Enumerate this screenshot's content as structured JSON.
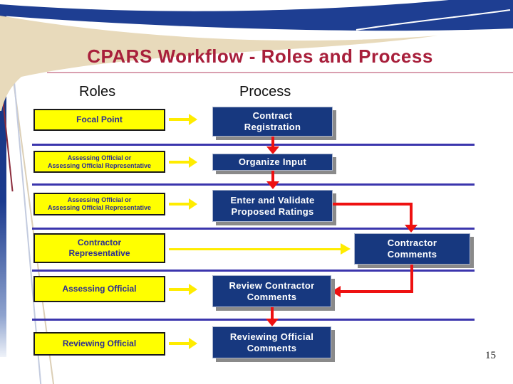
{
  "slide": {
    "title": "CPARS Workflow - Roles and Process",
    "column_headers": {
      "roles": "Roles",
      "process": "Process"
    },
    "page_number": "15"
  },
  "workflow": {
    "roles": [
      {
        "id": "focal-point",
        "lines": [
          "Focal Point"
        ]
      },
      {
        "id": "assessing-official-or-rep-1",
        "lines": [
          "Assessing Official or",
          "Assessing Official Representative"
        ]
      },
      {
        "id": "assessing-official-or-rep-2",
        "lines": [
          "Assessing Official or",
          "Assessing Official Representative"
        ]
      },
      {
        "id": "contractor-representative",
        "lines": [
          "Contractor",
          "Representative"
        ]
      },
      {
        "id": "assessing-official",
        "lines": [
          "Assessing Official"
        ]
      },
      {
        "id": "reviewing-official",
        "lines": [
          "Reviewing Official"
        ]
      }
    ],
    "processes": [
      {
        "id": "contract-registration",
        "lines": [
          "Contract",
          "Registration"
        ]
      },
      {
        "id": "organize-input",
        "lines": [
          "Organize Input"
        ]
      },
      {
        "id": "enter-and-validate",
        "lines": [
          "Enter and Validate",
          "Proposed Ratings"
        ]
      },
      {
        "id": "contractor-comments",
        "lines": [
          "Contractor",
          "Comments"
        ]
      },
      {
        "id": "review-contractor-comments",
        "lines": [
          "Review Contractor",
          "Comments"
        ]
      },
      {
        "id": "reviewing-official-comments",
        "lines": [
          "Reviewing Official",
          "Comments"
        ]
      }
    ]
  },
  "colors": {
    "title_text": "#A81F3B",
    "title_underline": "#D99FB0",
    "role_box_bg": "#FFFF00",
    "role_box_text": "#2D2F92",
    "process_box_bg": "#17387F",
    "process_box_text": "#FFFFFF",
    "divider": "#3B35AD",
    "arrow_yellow": "#FFEC00",
    "arrow_red": "#EE1111",
    "band_navy": "#1E3E92",
    "band_beige": "#E8DABB"
  }
}
